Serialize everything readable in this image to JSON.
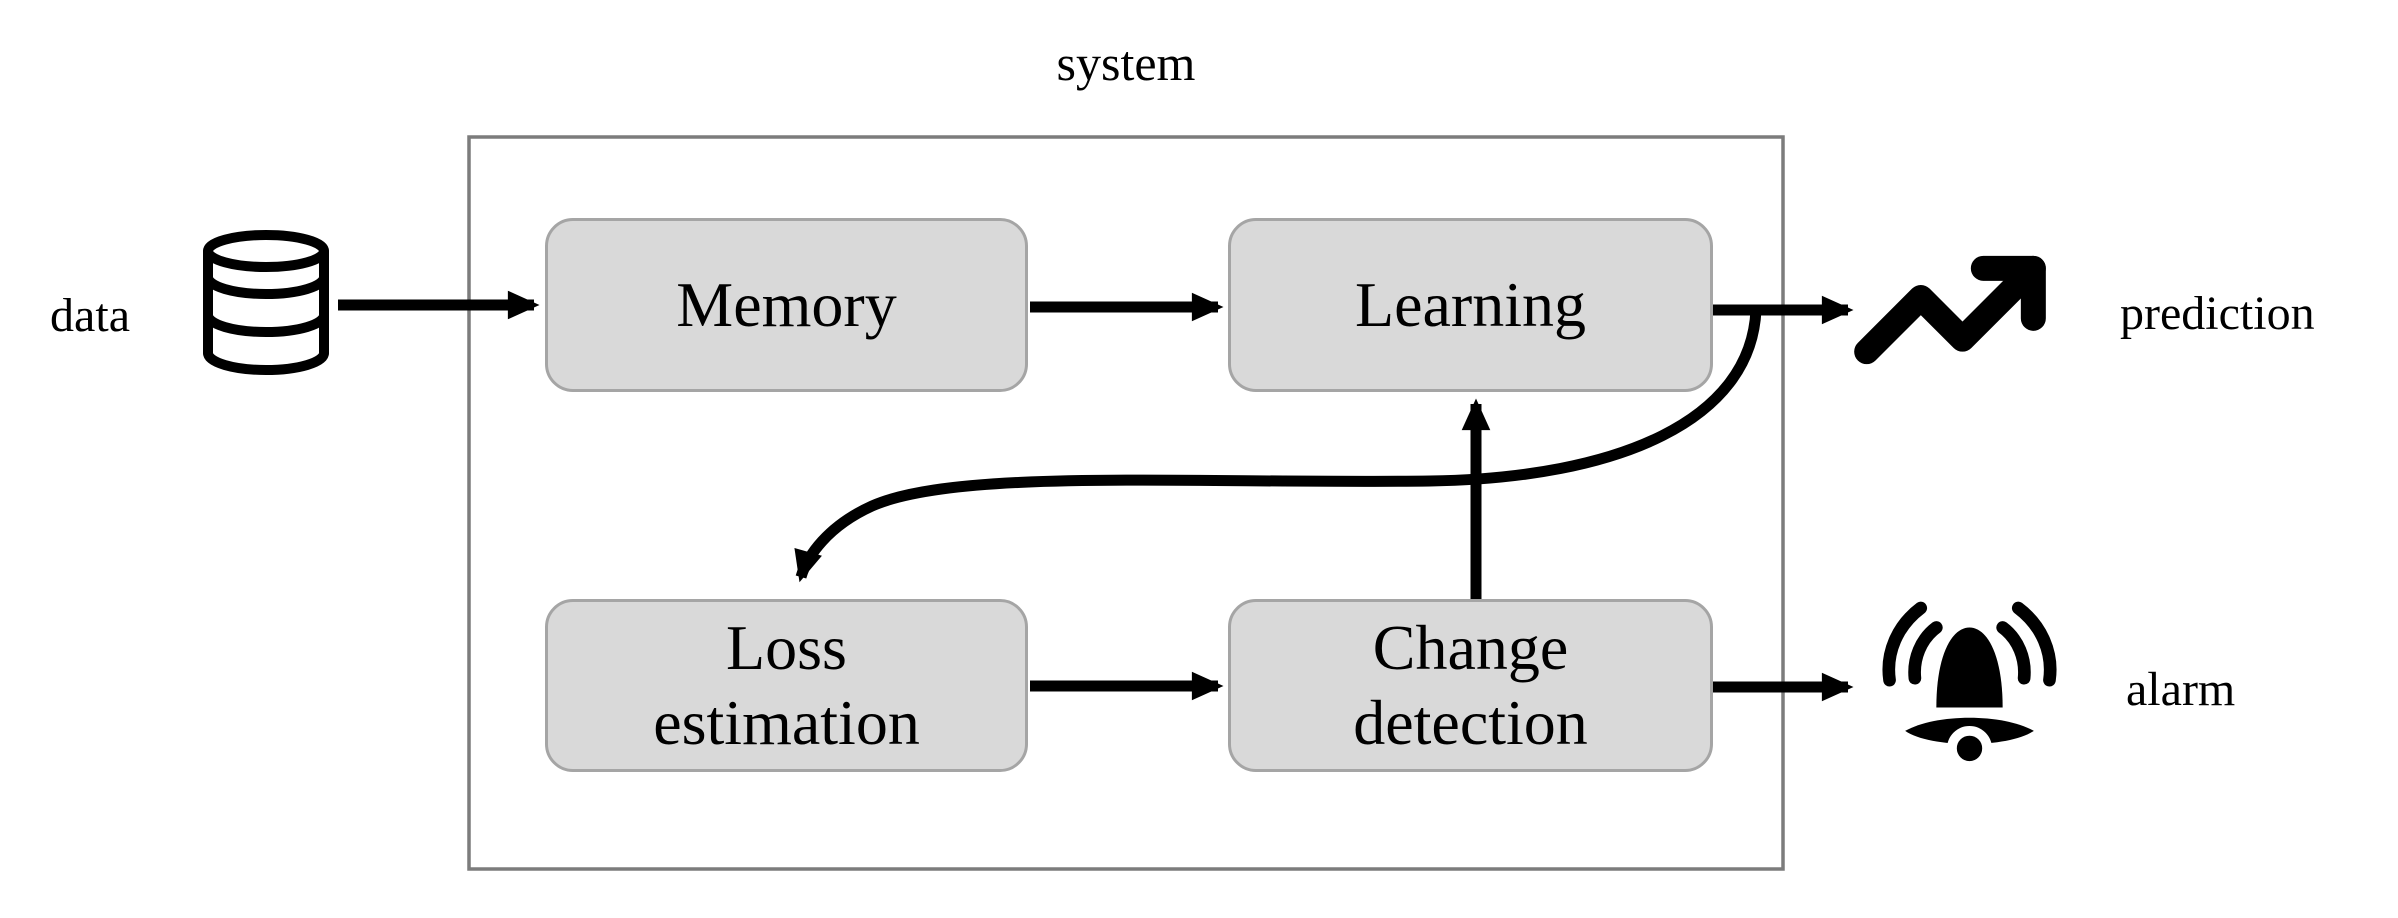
{
  "diagram": {
    "title": "system",
    "nodes": {
      "memory": {
        "label": "Memory",
        "lines": [
          "Memory"
        ]
      },
      "learning": {
        "label": "Learning",
        "lines": [
          "Learning"
        ]
      },
      "loss": {
        "label": "Loss estimation",
        "lines": [
          "Loss",
          "estimation"
        ]
      },
      "change": {
        "label": "Change detection",
        "lines": [
          "Change",
          "detection"
        ]
      }
    },
    "outer_labels": {
      "input": "data",
      "output_top": "prediction",
      "output_bottom": "alarm"
    },
    "icons": {
      "input": "database-icon",
      "output_top": "trending-up-icon",
      "output_bottom": "bell-alarm-icon"
    },
    "edges": [
      {
        "from": "data",
        "to": "Memory",
        "type": "straight"
      },
      {
        "from": "Memory",
        "to": "Learning",
        "type": "straight"
      },
      {
        "from": "Learning",
        "to": "prediction",
        "type": "straight"
      },
      {
        "from": "Learning output",
        "to": "Loss estimation",
        "type": "feedback-curve"
      },
      {
        "from": "Loss estimation",
        "to": "Change detection",
        "type": "straight"
      },
      {
        "from": "Change detection",
        "to": "Learning",
        "type": "straight-up"
      },
      {
        "from": "Change detection",
        "to": "alarm",
        "type": "straight"
      }
    ],
    "colors": {
      "background": "#ffffff",
      "node_fill": "#d9d9d9",
      "node_border": "#a5a5a5",
      "frame_border": "#7c7c7c",
      "stroke": "#000000",
      "text": "#000000"
    }
  }
}
